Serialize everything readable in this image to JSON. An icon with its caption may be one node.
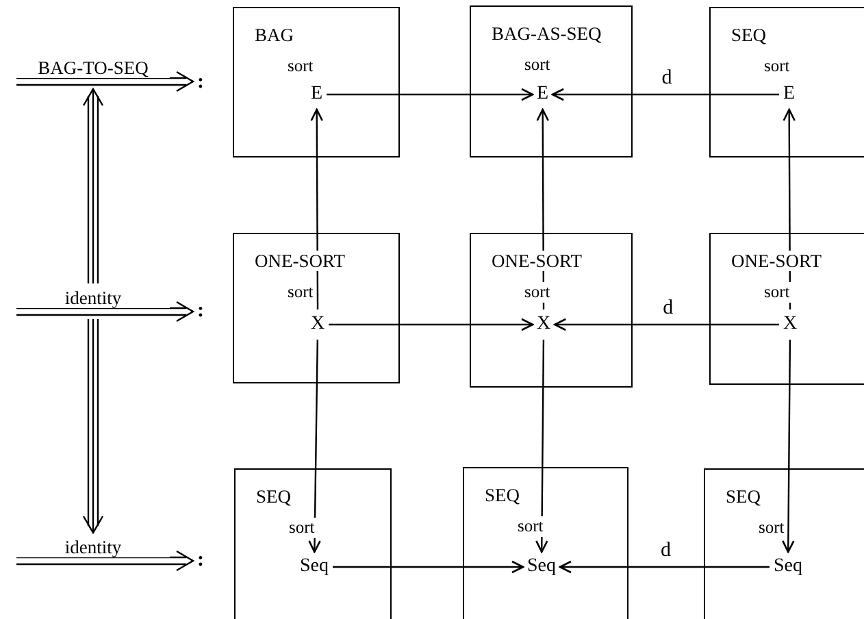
{
  "diagram": {
    "nodes": [
      {
        "text": [
          "BAG-TO-SEQ"
        ]
      },
      {
        "text": [
          ":"
        ]
      },
      {
        "text": [
          "BAG",
          "sort"
        ]
      },
      {
        "text": [
          "E"
        ],
        "in": 2
      },
      {
        "text": [
          "BAG-AS-SEQ",
          "sort"
        ]
      },
      {
        "text": [
          "E"
        ],
        "in": 4
      },
      {
        "text": [
          "SEQ",
          "sort"
        ]
      },
      {
        "text": [
          "E"
        ],
        "in": 6
      },
      {
        "text": [
          "identity"
        ]
      },
      {
        "text": [
          ":"
        ]
      },
      {
        "text": [
          "ONE-SORT",
          "sort"
        ]
      },
      {
        "text": [
          "X"
        ],
        "in": 10
      },
      {
        "text": [
          "ONE-SORT",
          "sort"
        ]
      },
      {
        "text": [
          "X"
        ],
        "in": 12
      },
      {
        "text": [
          "ONE-SORT",
          "sort"
        ]
      },
      {
        "text": [
          "X"
        ],
        "in": 14
      },
      {
        "text": [
          "identity"
        ]
      },
      {
        "text": [
          ":"
        ]
      },
      {
        "text": [
          "SEQ",
          "sort"
        ]
      },
      {
        "text": [
          "Seq"
        ],
        "in": 18
      },
      {
        "text": [
          "SEQ",
          "sort"
        ]
      },
      {
        "text": [
          "Seq"
        ],
        "in": 20
      },
      {
        "text": [
          "SEQ",
          "sort"
        ]
      },
      {
        "text": [
          "Seq"
        ],
        "in": 22
      }
    ],
    "edges": [
      {
        "from": 0,
        "to": 1,
        "arrow": "to"
      },
      {
        "from": 8,
        "to": 0,
        "arrow": "to"
      },
      {
        "from": 8,
        "to": 9,
        "arrow": "to"
      },
      {
        "from": 8,
        "to": 16,
        "arrow": "to"
      },
      {
        "from": 16,
        "to": 17,
        "arrow": "to"
      },
      {
        "from": 3,
        "to": 5,
        "arrow": "to"
      },
      {
        "from": 7,
        "to": 5,
        "arrow": "to",
        "label": "d"
      },
      {
        "from": 11,
        "to": 3,
        "arrow": "to"
      },
      {
        "from": 13,
        "to": 5,
        "arrow": "to"
      },
      {
        "from": 15,
        "to": 7,
        "arrow": "to"
      },
      {
        "from": 11,
        "to": 13,
        "arrow": "to"
      },
      {
        "from": 15,
        "to": 13,
        "arrow": "to",
        "label": "d"
      },
      {
        "from": 11,
        "to": 19,
        "arrow": "to"
      },
      {
        "from": 13,
        "to": 21,
        "arrow": "to"
      },
      {
        "from": 15,
        "to": 23,
        "arrow": "to"
      },
      {
        "from": 19,
        "to": 21,
        "arrow": "to"
      },
      {
        "from": 23,
        "to": 21,
        "arrow": "to",
        "label": "d"
      }
    ]
  }
}
